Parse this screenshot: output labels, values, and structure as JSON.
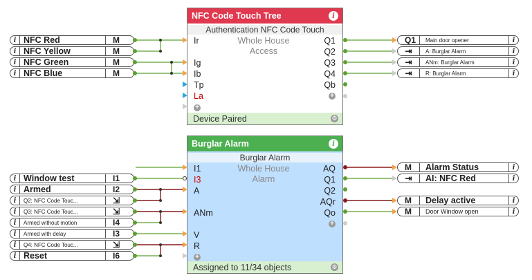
{
  "colors": {
    "nfc_header": "#e0384f",
    "nfc_body": "#ffffff",
    "alarm_header": "#4caf50",
    "alarm_body": "#bfdfff",
    "footer_band": "#d8f0d0",
    "wire_green": "#5aa02c",
    "wire_darkred": "#8b1a1a",
    "pin_orange": "#f2a24a",
    "pin_cyan": "#2aa7d8",
    "active_red": "#cc0000"
  },
  "info_glyph": "i",
  "plus_glyph": "+",
  "gear_glyph": "⚙",
  "nfc_block": {
    "title": "NFC Code Touch Tree",
    "subtitle": "Authentication NFC Code Touch",
    "center_text": [
      "Whole House",
      "Access"
    ],
    "inputs": [
      "Ir",
      "Ig",
      "Ib",
      "Tp",
      "La"
    ],
    "outputs": [
      "Q1",
      "Q2",
      "Q3",
      "Q4",
      "Qb"
    ],
    "footer": "Device Paired"
  },
  "alarm_block": {
    "title": "Burglar Alarm",
    "subtitle": "Burglar Alarm",
    "center_text": [
      "Whole House",
      "Alarm"
    ],
    "inputs": [
      "I1",
      "I3",
      "A",
      "ANm",
      "V",
      "R"
    ],
    "outputs": [
      "AQ",
      "Q1",
      "Q2",
      "AQr",
      "Qo"
    ],
    "footer": "Assigned to 11/34 objects"
  },
  "nfc_inputs": [
    {
      "label": "NFC Red",
      "tag": "M"
    },
    {
      "label": "NFC Yellow",
      "tag": "M"
    },
    {
      "label": "NFC Green",
      "tag": "M"
    },
    {
      "label": "NFC Blue",
      "tag": "M"
    }
  ],
  "nfc_outputs": [
    {
      "tag": "Q1",
      "label": "Main door opener"
    },
    {
      "tag": "⇥",
      "label": "A: Burglar Alarm"
    },
    {
      "tag": "⇥",
      "label": "ANm: Burglar Alarm"
    },
    {
      "tag": "⇥",
      "label": "R: Burglar Alarm"
    }
  ],
  "alarm_inputs": [
    {
      "label": "Window test",
      "tag": "I1"
    },
    {
      "label": "Armed",
      "tag": "I2"
    },
    {
      "label": "Q2: NFC Code Touc...",
      "tag": "⇲"
    },
    {
      "label": "Q3: NFC Code Touc...",
      "tag": "⇲"
    },
    {
      "label": "Armed without motion",
      "tag": "I4"
    },
    {
      "label": "Armed with delay",
      "tag": "I3"
    },
    {
      "label": "Q4: NFC Code Touc...",
      "tag": "⇲"
    },
    {
      "label": "Reset",
      "tag": "I6"
    }
  ],
  "alarm_outputs": [
    {
      "tag": "M",
      "label": "Alarm Status"
    },
    {
      "tag": "⇥",
      "label": "AI: NFC Red"
    },
    {
      "tag": "M",
      "label": "Delay active"
    },
    {
      "tag": "M",
      "label": "Door Window open"
    }
  ]
}
